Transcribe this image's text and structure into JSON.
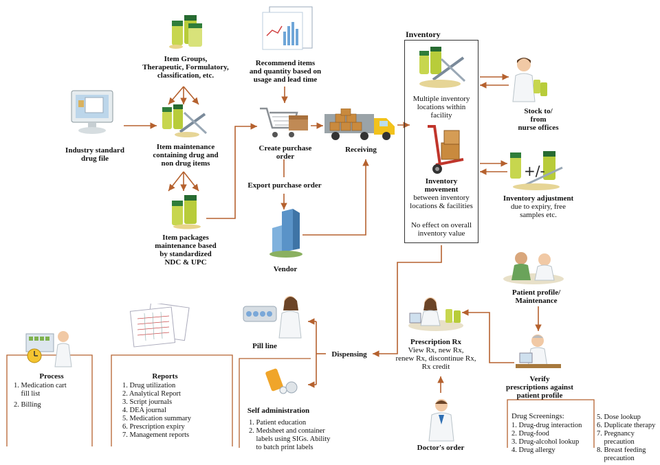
{
  "colors": {
    "arrow": "#b5612e",
    "box_border": "#333333",
    "text": "#111111"
  },
  "inventory": {
    "title": "Inventory",
    "locations": [
      "Multiple inventory",
      "locations within",
      "facility"
    ],
    "movement_title": [
      "Inventory",
      "movement"
    ],
    "movement_desc": [
      "between inventory",
      "locations & facilities"
    ],
    "note": [
      "No effect on overall",
      "inventory value"
    ]
  },
  "nodes": {
    "item_groups": [
      "Item Groups,",
      "Therapeutic, Formulatory,",
      "classification, etc."
    ],
    "recommend": [
      "Recommend items",
      "and quantity based on",
      "usage and lead time"
    ],
    "industry": [
      "Industry standard",
      "drug file"
    ],
    "item_maintenance": [
      "Item maintenance",
      "containing drug and",
      "non drug items"
    ],
    "create_po": [
      "Create purchase",
      "order"
    ],
    "receiving": "Receiving",
    "export_po": "Export purchase order",
    "vendor": "Vendor",
    "item_packages": [
      "Item packages",
      "maintenance based",
      "by standardized",
      "NDC & UPC"
    ],
    "stock": [
      "Stock to/",
      "from",
      "nurse offices"
    ],
    "inv_adjust_title": "Inventory adjustment",
    "inv_adjust_desc": [
      "due to expiry, free",
      "samples etc."
    ],
    "patient_profile": [
      "Patient profile/",
      "Maintenance"
    ],
    "pill_line": "Pill line",
    "dispensing": "Dispensing",
    "prescription_rx": "Prescription Rx",
    "prescription_rx_desc": [
      "View Rx, new Rx,",
      "renew Rx, discontinue Rx,",
      "Rx credit"
    ],
    "verify": [
      "Verify",
      "prescriptions against",
      "patient profile"
    ],
    "doctors_order": "Doctor's order",
    "process": "Process",
    "reports": "Reports",
    "self_admin": "Self administration",
    "drug_screenings": "Drug Screenings:"
  },
  "lists": {
    "process": [
      "1. Medication cart",
      "    fill list",
      "2. Billing"
    ],
    "reports": [
      "1. Drug utilization",
      "2. Analytical Report",
      "3. Script journals",
      "4. DEA journal",
      "5. Medication summary",
      "6. Prescription expiry",
      "7. Management reports"
    ],
    "self_admin": [
      "1. Patient education",
      "2. Medsheet and container",
      "    labels using SIGs. Ability",
      "    to batch print labels"
    ],
    "screenings_a": [
      "1. Drug-drug interaction",
      "2. Drug-food",
      "3. Drug-alcohol lookup",
      "4. Drug allergy"
    ],
    "screenings_b": [
      "5. Dose lookup",
      "6. Duplicate therapy",
      "7. Pregnancy",
      "    precaution",
      "8. Breast feeding",
      "    precaution"
    ]
  },
  "icons": [
    "medicine-bottles-icon",
    "chart-report-icon",
    "computer-monitor-icon",
    "tools-bottles-icon",
    "shopping-cart-icon",
    "delivery-truck-icon",
    "buildings-icon",
    "hand-truck-icon",
    "nurse-icon",
    "pharmacist-icon",
    "doctor-icon",
    "pills-icon",
    "documents-icon",
    "clock-icon"
  ]
}
